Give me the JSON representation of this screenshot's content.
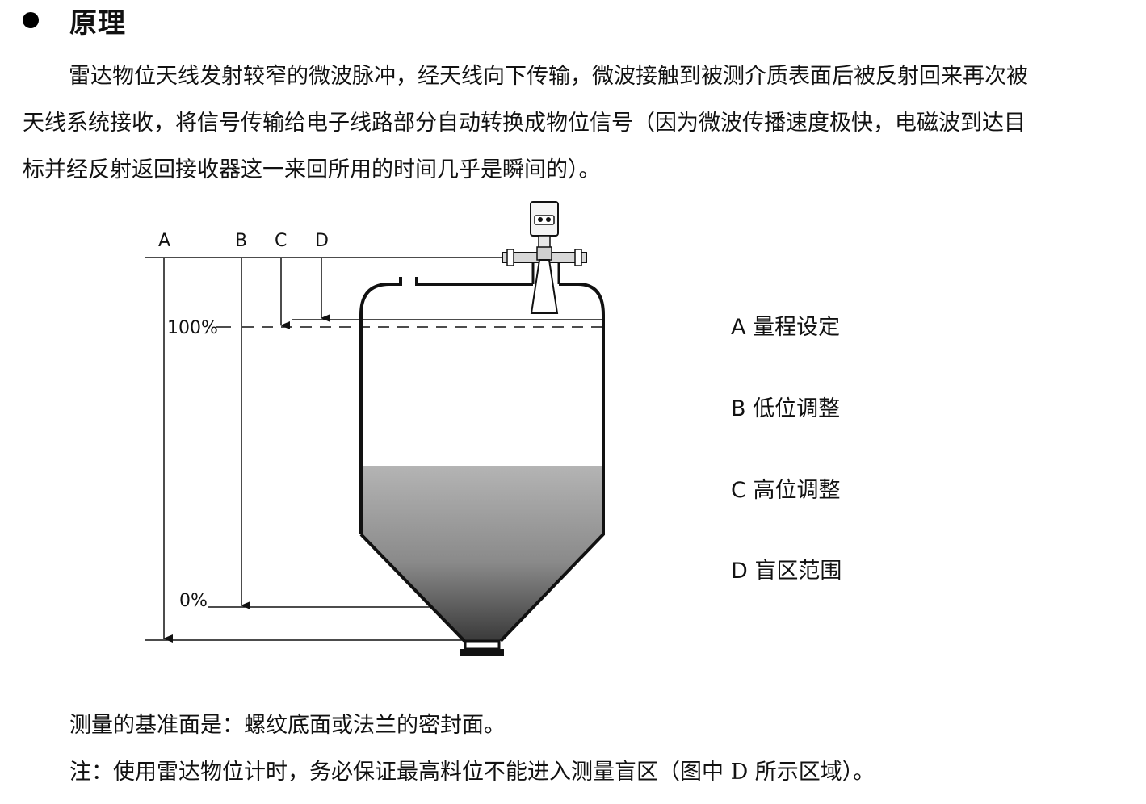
{
  "section": {
    "title": "原理"
  },
  "paragraph": {
    "lines": [
      "雷达物位天线发射较窄的微波脉冲，经天线向下传输，微波接触到被测介质表面后被反射回来再次被",
      "天线系统接收，将信号传输给电子线路部分自动转换成物位信号（因为微波传播速度极快，电磁波到达目",
      "标并经反射返回接收器这一来回所用的时间几乎是瞬间的）。"
    ]
  },
  "diagram": {
    "labels": {
      "a": "A",
      "b": "B",
      "c": "C",
      "d": "D",
      "pct_100": "100%",
      "pct_0": "0%"
    },
    "fill_color": "#8c8c8c"
  },
  "legend": [
    {
      "key": "A",
      "text": "量程设定"
    },
    {
      "key": "B",
      "text": "低位调整"
    },
    {
      "key": "C",
      "text": "高位调整"
    },
    {
      "key": "D",
      "text": "盲区范围"
    }
  ],
  "notes": {
    "reference": "测量的基准面是：螺纹底面或法兰的密封面。",
    "warning": "注：使用雷达物位计时，务必保证最高料位不能进入测量盲区（图中 D 所示区域）。"
  }
}
